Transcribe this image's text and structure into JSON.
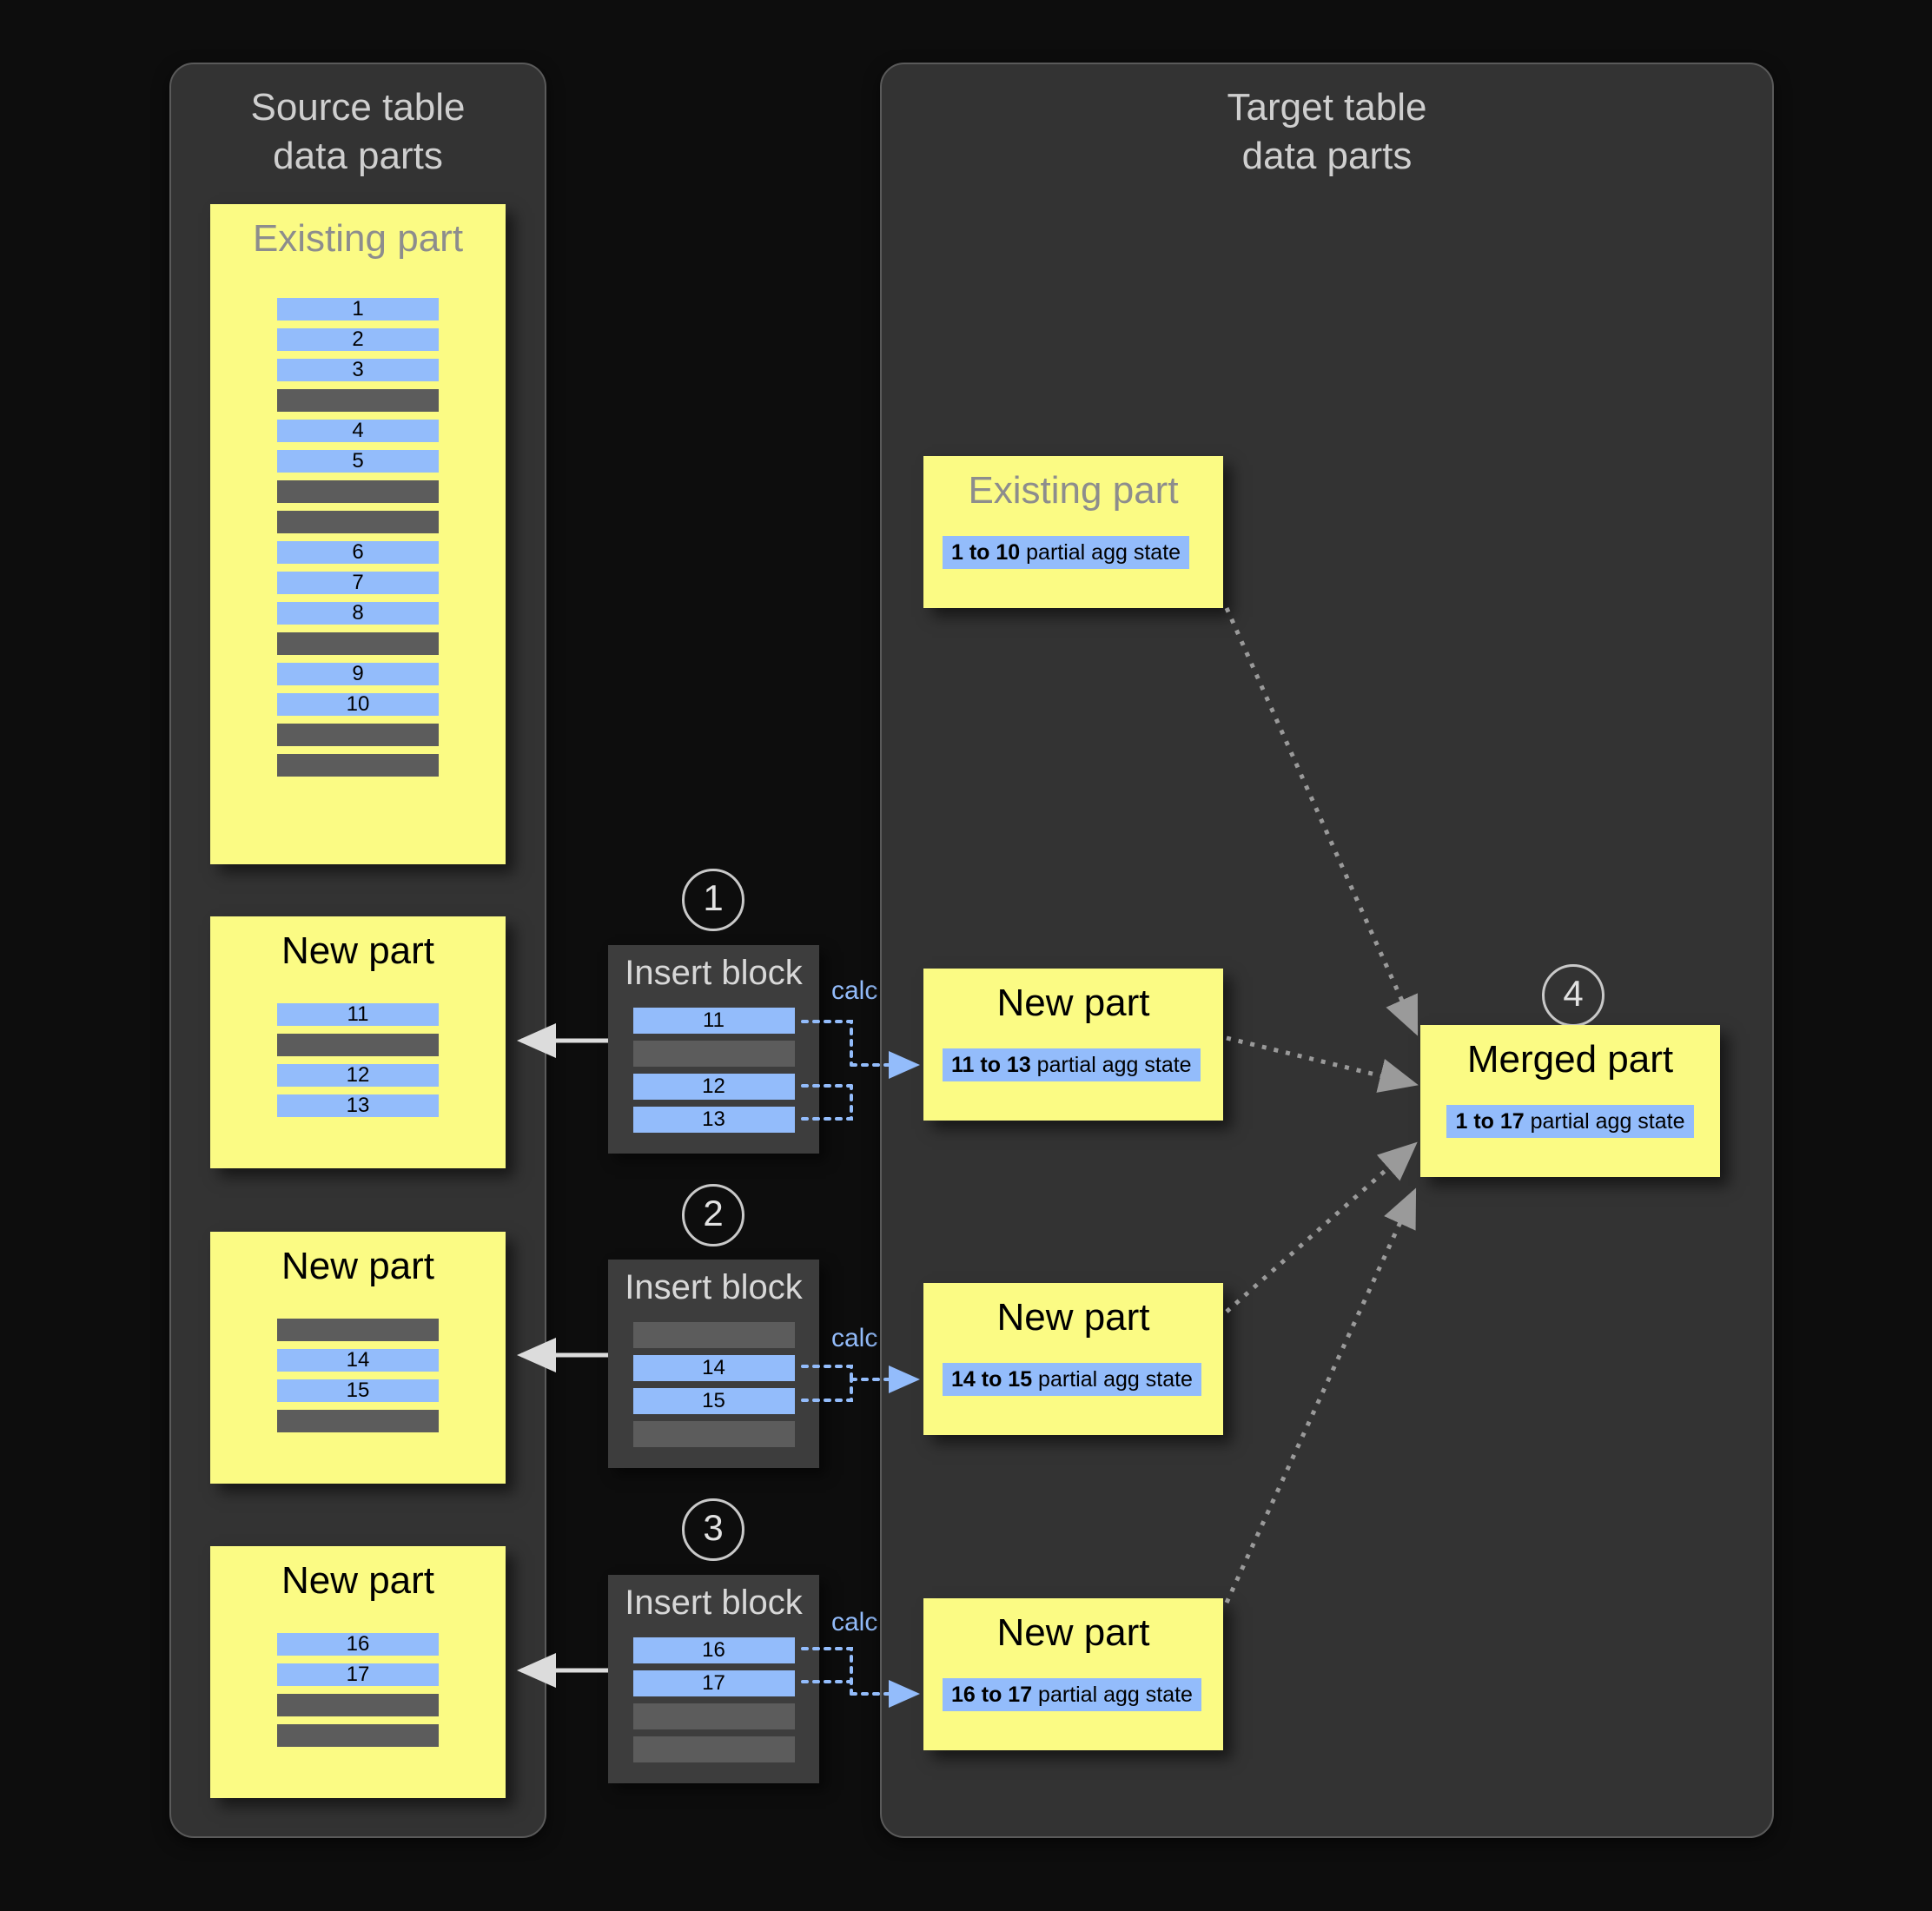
{
  "source_panel": {
    "title": "Source table\ndata parts",
    "title_line1": "Source table",
    "title_line2": "data parts",
    "existing_part": {
      "title": "Existing part",
      "rows": [
        {
          "type": "blue",
          "label": "1"
        },
        {
          "type": "blue",
          "label": "2"
        },
        {
          "type": "blue",
          "label": "3"
        },
        {
          "type": "gray",
          "label": ""
        },
        {
          "type": "blue",
          "label": "4"
        },
        {
          "type": "blue",
          "label": "5"
        },
        {
          "type": "gray",
          "label": ""
        },
        {
          "type": "gray",
          "label": ""
        },
        {
          "type": "blue",
          "label": "6"
        },
        {
          "type": "blue",
          "label": "7"
        },
        {
          "type": "blue",
          "label": "8"
        },
        {
          "type": "gray",
          "label": ""
        },
        {
          "type": "blue",
          "label": "9"
        },
        {
          "type": "blue",
          "label": "10"
        },
        {
          "type": "gray",
          "label": ""
        },
        {
          "type": "gray",
          "label": ""
        }
      ]
    },
    "new_parts": [
      {
        "title": "New part",
        "rows": [
          {
            "type": "blue",
            "label": "11"
          },
          {
            "type": "gray",
            "label": ""
          },
          {
            "type": "blue",
            "label": "12"
          },
          {
            "type": "blue",
            "label": "13"
          }
        ]
      },
      {
        "title": "New part",
        "rows": [
          {
            "type": "gray",
            "label": ""
          },
          {
            "type": "blue",
            "label": "14"
          },
          {
            "type": "blue",
            "label": "15"
          },
          {
            "type": "gray",
            "label": ""
          }
        ]
      },
      {
        "title": "New part",
        "rows": [
          {
            "type": "blue",
            "label": "16"
          },
          {
            "type": "blue",
            "label": "17"
          },
          {
            "type": "gray",
            "label": ""
          },
          {
            "type": "gray",
            "label": ""
          }
        ]
      }
    ]
  },
  "insert_blocks": [
    {
      "step": "1",
      "title": "Insert block",
      "calc_label": "calc",
      "rows": [
        {
          "type": "blue",
          "label": "11"
        },
        {
          "type": "gray",
          "label": ""
        },
        {
          "type": "blue",
          "label": "12"
        },
        {
          "type": "blue",
          "label": "13"
        }
      ]
    },
    {
      "step": "2",
      "title": "Insert block",
      "calc_label": "calc",
      "rows": [
        {
          "type": "gray",
          "label": ""
        },
        {
          "type": "blue",
          "label": "14"
        },
        {
          "type": "blue",
          "label": "15"
        },
        {
          "type": "gray",
          "label": ""
        }
      ]
    },
    {
      "step": "3",
      "title": "Insert block",
      "calc_label": "calc",
      "rows": [
        {
          "type": "blue",
          "label": "16"
        },
        {
          "type": "blue",
          "label": "17"
        },
        {
          "type": "gray",
          "label": ""
        },
        {
          "type": "gray",
          "label": ""
        }
      ]
    }
  ],
  "target_panel": {
    "title_line1": "Target table",
    "title_line2": "data parts",
    "existing_part": {
      "title": "Existing part",
      "agg_range": "1 to 10",
      "agg_suffix": " partial agg state"
    },
    "new_parts": [
      {
        "title": "New part",
        "agg_range": "11 to 13",
        "agg_suffix": " partial agg state"
      },
      {
        "title": "New part",
        "agg_range": "14 to 15",
        "agg_suffix": " partial agg state"
      },
      {
        "title": "New part",
        "agg_range": "16 to 17",
        "agg_suffix": " partial agg state"
      }
    ],
    "merged_part": {
      "step": "4",
      "title": "Merged part",
      "agg_range": "1 to 17",
      "agg_suffix": " partial agg state"
    }
  },
  "colors": {
    "background": "#0d0d0d",
    "panel": "#333333",
    "panel_border": "#5a5a5a",
    "yellow": "#fbfb84",
    "blue_row": "#93bcfb",
    "gray_row": "#5c5c5c",
    "insert_block": "#3d3d3d",
    "arrow_solid": "#dcdcdc",
    "arrow_dotted_blue": "#93bcfb",
    "arrow_dotted_gray": "#9a9a9a",
    "title_text": "#cfcfcf",
    "dim_title": "#8d8d8d"
  }
}
